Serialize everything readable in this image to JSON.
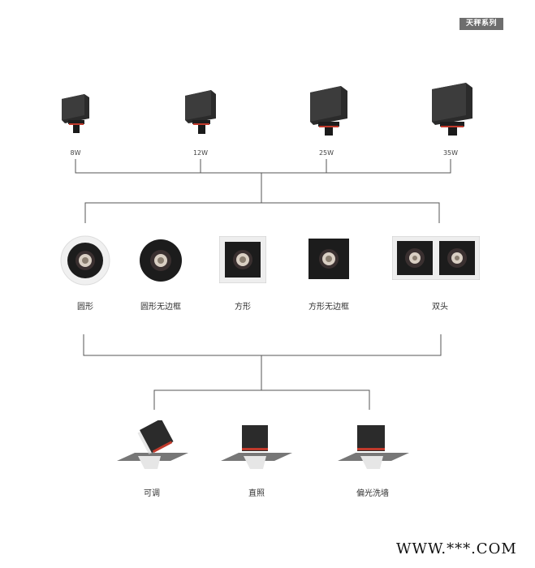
{
  "header": {
    "series_badge": "天秤系列"
  },
  "wattages": [
    {
      "label": "8W"
    },
    {
      "label": "12W"
    },
    {
      "label": "25W"
    },
    {
      "label": "35W"
    }
  ],
  "styles": [
    {
      "label": "圆形"
    },
    {
      "label": "圆形无边框"
    },
    {
      "label": "方形"
    },
    {
      "label": "方形无边框"
    },
    {
      "label": "双头"
    }
  ],
  "functions": [
    {
      "label": "可调"
    },
    {
      "label": "直照"
    },
    {
      "label": "偏光洗墙"
    }
  ],
  "footer": {
    "watermark": "WWW.***.COM"
  },
  "colors": {
    "badge_bg": "#6e6e6e",
    "accent_ring": "#c0392b",
    "body": "#2a2a2a"
  }
}
